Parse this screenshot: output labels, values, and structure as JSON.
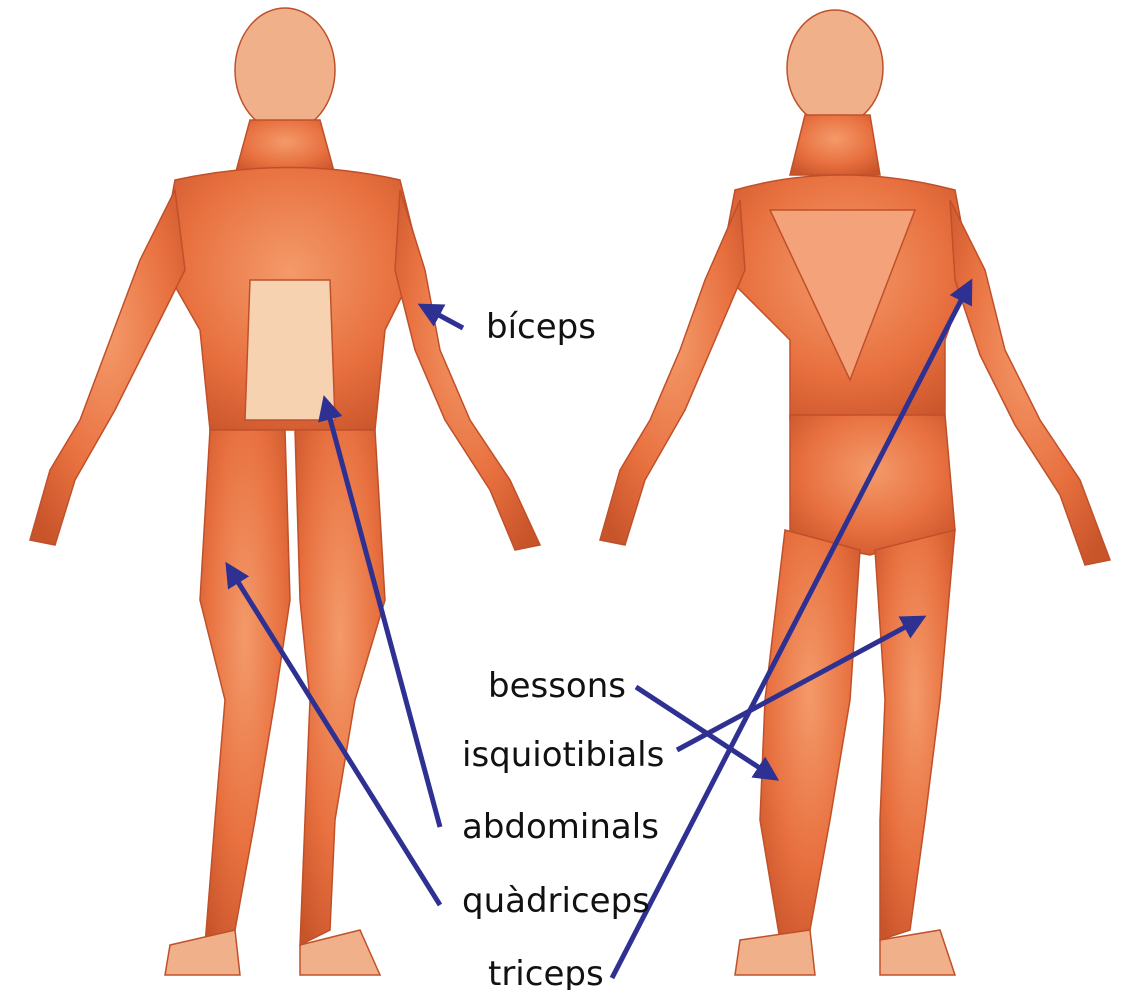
{
  "diagram": {
    "arrow_color": "#2e3192",
    "muscle_color": "#e8703f",
    "labels": {
      "biceps": "bíceps",
      "bessons": "bessons",
      "isquiotibials": "isquiotibials",
      "abdominals": "abdominals",
      "quadriceps": "quàdriceps",
      "triceps": "triceps"
    }
  }
}
